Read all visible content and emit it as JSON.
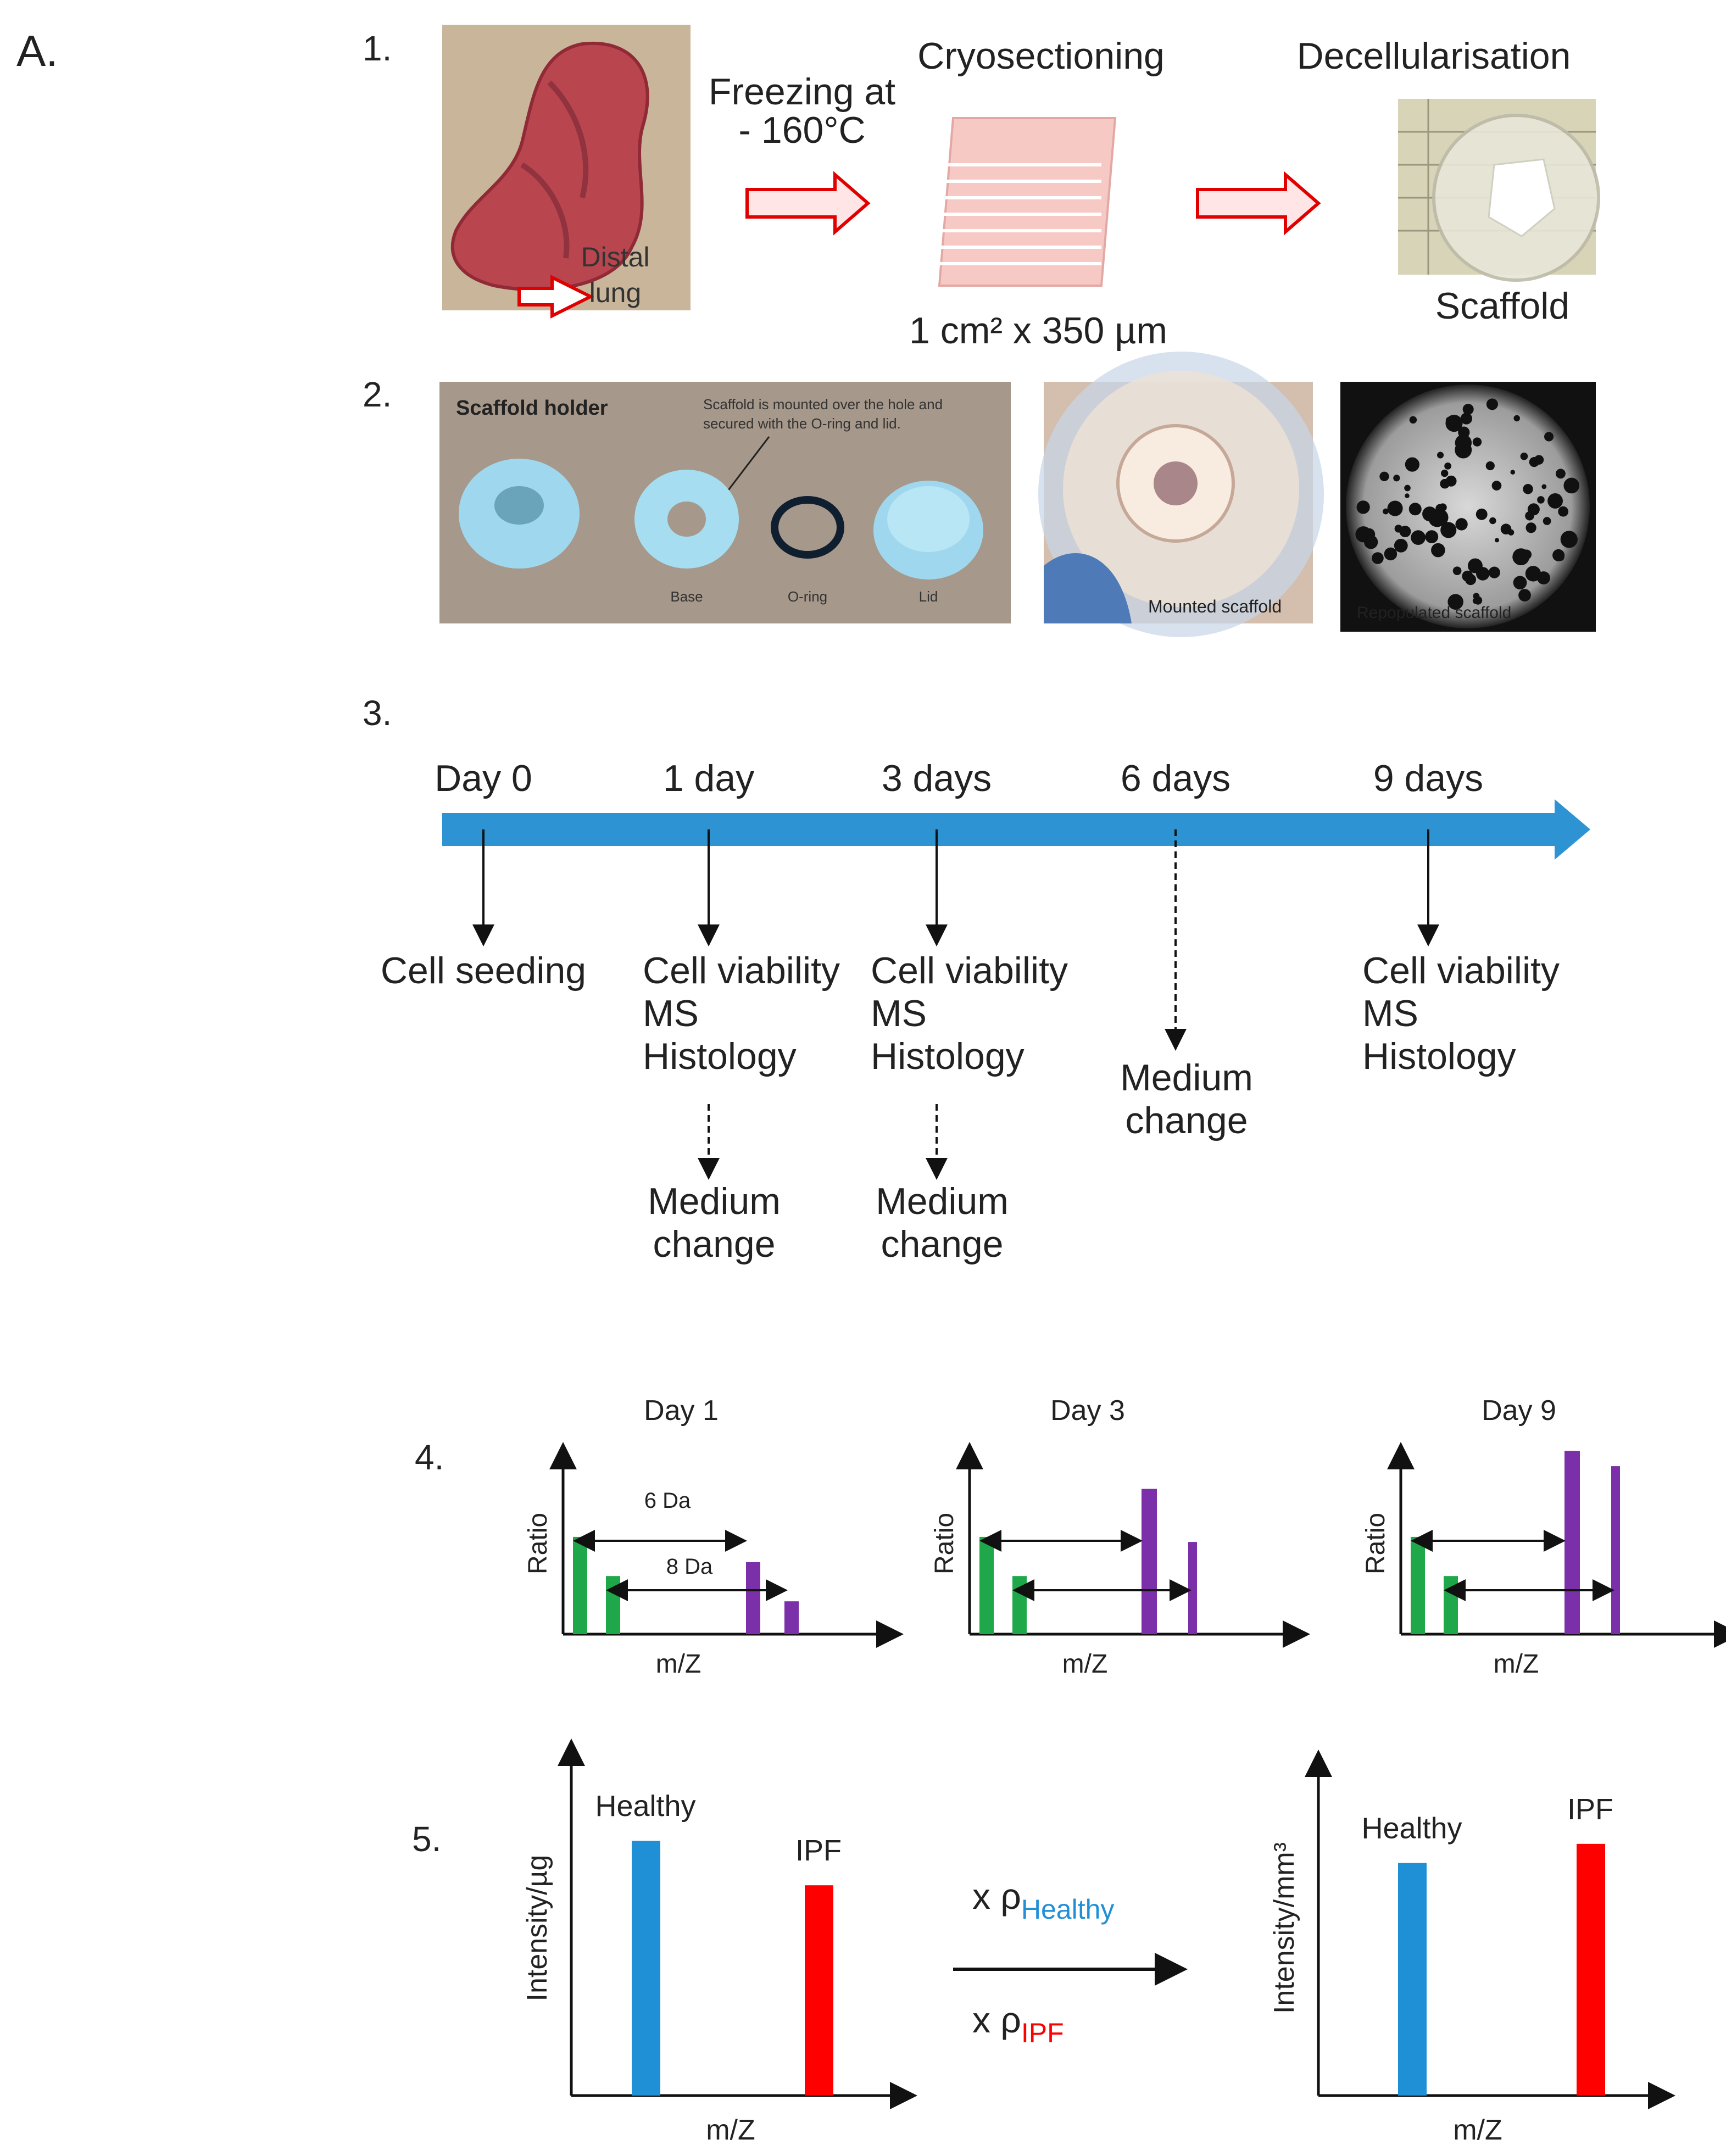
{
  "figure_label": "A.",
  "panel1": {
    "number": "1.",
    "step_freezing_line1": "Freezing at",
    "step_freezing_line2": "- 160°C",
    "step_cryo": "Cryosectioning",
    "step_decell": "Decellularisation",
    "section_size": "1 cm² x 350 µm",
    "lung_label_line1": "Distal",
    "lung_label_line2": "lung",
    "scaffold_label": "Scaffold"
  },
  "panel2": {
    "number": "2.",
    "holder_title": "Scaffold holder",
    "holder_note_line1": "Scaffold is mounted over the hole and",
    "holder_note_line2": "secured with the O-ring and lid.",
    "part_base": "Base",
    "part_oring": "O-ring",
    "part_lid": "Lid",
    "mounted_label": "Mounted scaffold",
    "repopulated_label": "Repopulated scaffold"
  },
  "panel3": {
    "number": "3.",
    "timepoints": [
      {
        "label": "Day 0",
        "events": [
          "Cell seeding"
        ],
        "after": []
      },
      {
        "label": "1 day",
        "events": [
          "Cell viability",
          "MS",
          "Histology"
        ],
        "after": [
          "Medium",
          "change"
        ]
      },
      {
        "label": "3 days",
        "events": [
          "Cell viability",
          "MS",
          "Histology"
        ],
        "after": [
          "Medium",
          "change"
        ]
      },
      {
        "label": "6 days",
        "events": [
          "Medium",
          "change"
        ],
        "after": []
      },
      {
        "label": "9 days",
        "events": [
          "Cell viability",
          "MS",
          "Histology"
        ],
        "after": []
      }
    ],
    "timeline_color": "#2d93d2"
  },
  "panel4": {
    "number": "4.",
    "ylabel": "Ratio",
    "xlabel": "m/Z",
    "delta_6": "6 Da",
    "delta_8": "8 Da",
    "light_color": "#1fa84a",
    "heavy_color": "#7b2fa8",
    "charts": [
      {
        "title": "Day 1",
        "light": [
          0.77,
          0.46
        ],
        "heavy": [
          0.57,
          0.26
        ]
      },
      {
        "title": "Day 3",
        "light": [
          0.77,
          0.46
        ],
        "heavy": [
          1.15,
          0.73
        ]
      },
      {
        "title": "Day 9",
        "light": [
          0.77,
          0.46
        ],
        "heavy": [
          1.45,
          1.33
        ]
      }
    ]
  },
  "panel5": {
    "number": "5.",
    "left_ylabel": "Intensity/µg",
    "right_ylabel": "Intensity/mm³",
    "xlabel": "m/Z",
    "healthy_label": "Healthy",
    "ipf_label": "IPF",
    "healthy_color": "#1f8fd6",
    "ipf_color": "#ff0000",
    "multiplier": "x ρ",
    "sub_healthy": "Healthy",
    "sub_ipf": "IPF"
  },
  "chart_data": [
    {
      "type": "bar",
      "title": "Day 1",
      "xlabel": "m/Z",
      "ylabel": "Ratio",
      "series": [
        {
          "values": [
            0.77,
            0.46
          ]
        },
        {
          "values": [
            0.57,
            0.26
          ]
        }
      ],
      "annotations": [
        "6 Da",
        "8 Da"
      ]
    },
    {
      "type": "bar",
      "title": "Day 3",
      "xlabel": "m/Z",
      "ylabel": "Ratio",
      "series": [
        {
          "values": [
            0.77,
            0.46
          ]
        },
        {
          "values": [
            1.15,
            0.73
          ]
        }
      ]
    },
    {
      "type": "bar",
      "title": "Day 9",
      "xlabel": "m/Z",
      "ylabel": "Ratio",
      "series": [
        {
          "values": [
            0.77,
            0.46
          ]
        },
        {
          "values": [
            1.45,
            1.33
          ]
        }
      ]
    },
    {
      "type": "bar",
      "xlabel": "m/Z",
      "ylabel": "Intensity/µg",
      "categories": [
        "Healthy",
        "IPF"
      ],
      "values": [
        0.8,
        0.66
      ]
    },
    {
      "type": "bar",
      "xlabel": "m/Z",
      "ylabel": "Intensity/mm³",
      "categories": [
        "Healthy",
        "IPF"
      ],
      "values": [
        0.73,
        0.79
      ]
    }
  ]
}
